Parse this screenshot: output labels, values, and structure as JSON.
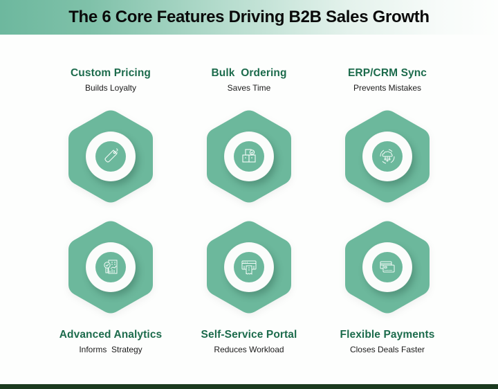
{
  "header": {
    "title": "The 6 Core Features Driving B2B Sales Growth"
  },
  "colors": {
    "accent_green": "#6db89e",
    "title_green": "#1c6b4c",
    "footer_dark": "#1b3a1f"
  },
  "features": [
    {
      "title": "Custom Pricing",
      "subtitle": "Builds Loyalty",
      "icon": "price-tag-icon"
    },
    {
      "title": "Bulk  Ordering",
      "subtitle": "Saves Time",
      "icon": "stacked-boxes-check-icon"
    },
    {
      "title": "ERP/CRM Sync",
      "subtitle": "Prevents Mistakes",
      "icon": "cloud-sync-icon"
    },
    {
      "title": "Advanced Analytics",
      "subtitle": "Informs  Strategy",
      "icon": "analytics-report-icon"
    },
    {
      "title": "Self-Service Portal",
      "subtitle": "Reduces Workload",
      "icon": "browser-receipt-icon"
    },
    {
      "title": "Flexible Payments",
      "subtitle": "Closes Deals Faster",
      "icon": "credit-cards-icon"
    }
  ]
}
